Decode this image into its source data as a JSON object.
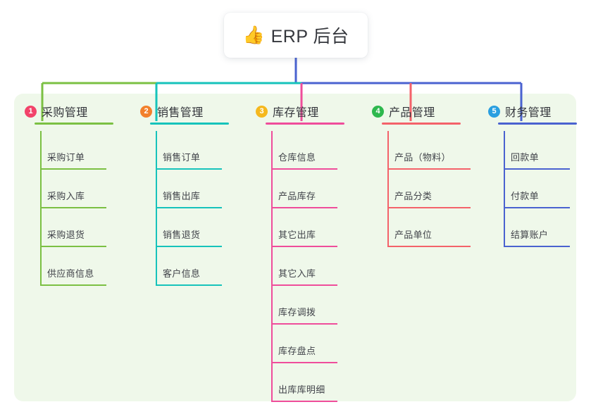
{
  "root": {
    "emoji": "👍",
    "emoji_name": "thumbs-up-icon",
    "title": "ERP 后台"
  },
  "theme": {
    "panel_bg": "#eff8ea",
    "page_bg": "#ffffff",
    "card_bg": "#ffffff",
    "title_color": "#35373d",
    "item_color": "#41434a"
  },
  "columns": [
    {
      "index": "1",
      "title": "采购管理",
      "color": "#7bc043",
      "badge_color": "#f2436a",
      "items": [
        "采购订单",
        "采购入库",
        "采购退货",
        "供应商信息"
      ]
    },
    {
      "index": "2",
      "title": "销售管理",
      "color": "#16c3bb",
      "badge_color": "#f2802c",
      "items": [
        "销售订单",
        "销售出库",
        "销售退货",
        "客户信息"
      ]
    },
    {
      "index": "3",
      "title": "库存管理",
      "color": "#ef4d9b",
      "badge_color": "#f5b81e",
      "items": [
        "仓库信息",
        "产品库存",
        "其它出库",
        "其它入库",
        "库存调拨",
        "库存盘点",
        "出库库明细"
      ]
    },
    {
      "index": "4",
      "title": "产品管理",
      "color": "#f4626a",
      "badge_color": "#2eb84e",
      "items": [
        "产品（物料）",
        "产品分类",
        "产品单位"
      ]
    },
    {
      "index": "5",
      "title": "财务管理",
      "color": "#4a62d0",
      "badge_color": "#2a9fe0",
      "items": [
        "回款单",
        "付款单",
        "结算账户"
      ]
    }
  ],
  "bus": {
    "segment_colors": [
      "#7bc043",
      "#16c3bb",
      "#4a62d0"
    ],
    "stem_color": "#4a62d0"
  }
}
